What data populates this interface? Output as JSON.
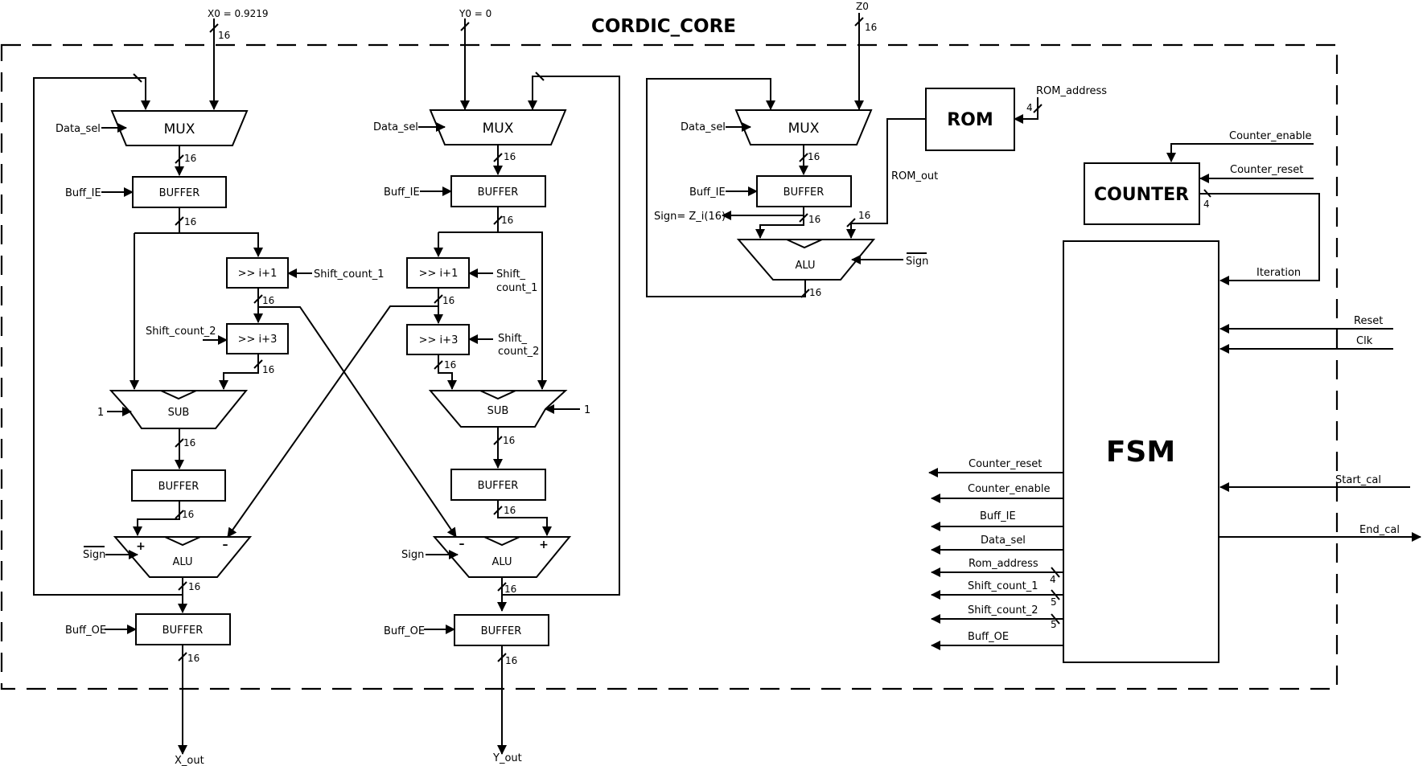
{
  "title": "CORDIC_CORE",
  "x_path": {
    "input": "X0 = 0.9219",
    "bus_in": "16",
    "mux": "MUX",
    "data_sel": "Data_sel",
    "bus_mux": "16",
    "buffer1": "BUFFER",
    "buff_ie": "Buff_IE",
    "bus_buf1": "16",
    "shift1": ">> i+1",
    "shift1_ctrl": "Shift_count_1",
    "bus_shift1": "16",
    "shift2": ">> i+3",
    "shift2_ctrl": "Shift_count_2",
    "bus_shift2": "16",
    "sub": "SUB",
    "sub_in": "1",
    "bus_sub": "16",
    "buffer2": "BUFFER",
    "bus_buf2": "16",
    "alu": "ALU",
    "alu_plus": "+",
    "alu_minus": "–",
    "sign": "Sign",
    "bus_alu": "16",
    "buffer3": "BUFFER",
    "buff_oe": "Buff_OE",
    "bus_out": "16",
    "output": "X_out"
  },
  "y_path": {
    "input": "Y0 = 0",
    "mux": "MUX",
    "data_sel": "Data_sel",
    "bus_mux": "16",
    "buffer1": "BUFFER",
    "buff_ie": "Buff_IE",
    "bus_buf1": "16",
    "shift1": ">> i+1",
    "shift1_ctrl_a": "Shift_",
    "shift1_ctrl_b": "count_1",
    "bus_shift1": "16",
    "shift2": ">> i+3",
    "shift2_ctrl_a": "Shift_",
    "shift2_ctrl_b": "count_2",
    "bus_shift2": "16",
    "sub": "SUB",
    "sub_in": "1",
    "bus_sub": "16",
    "buffer2": "BUFFER",
    "bus_buf2": "16",
    "alu": "ALU",
    "alu_minus": "–",
    "alu_plus": "+",
    "sign": "Sign",
    "bus_alu": "16",
    "buffer3": "BUFFER",
    "buff_oe": "Buff_OE",
    "bus_out": "16",
    "output": "Y_out"
  },
  "z_path": {
    "input": "Z0",
    "bus_in": "16",
    "mux": "MUX",
    "data_sel": "Data_sel",
    "bus_mux": "16",
    "buffer": "BUFFER",
    "buff_ie": "Buff_IE",
    "sign_out": "Sign= Z_i(16)",
    "bus_buf": "16",
    "bus_rom": "16",
    "alu": "ALU",
    "sign": "Sign",
    "bus_alu": "16"
  },
  "rom": {
    "label": "ROM",
    "address": "ROM_address",
    "address_bus": "4",
    "out": "ROM_out"
  },
  "counter": {
    "label": "COUNTER",
    "enable": "Counter_enable",
    "reset": "Counter_reset",
    "bus": "4",
    "iteration": "Iteration"
  },
  "fsm": {
    "label": "FSM",
    "inputs": [
      "Reset",
      "Clk",
      "Start_cal"
    ],
    "outputs": [
      "Counter_reset",
      "Counter_enable",
      "Buff_IE",
      "Data_sel",
      "Rom_address",
      "Shift_count_1",
      "Shift_count_2",
      "Buff_OE"
    ],
    "bus_widths": [
      "4",
      "5",
      "5"
    ],
    "end_signal": "End_cal"
  },
  "colors": {
    "line": "#000000",
    "background": "#ffffff"
  }
}
